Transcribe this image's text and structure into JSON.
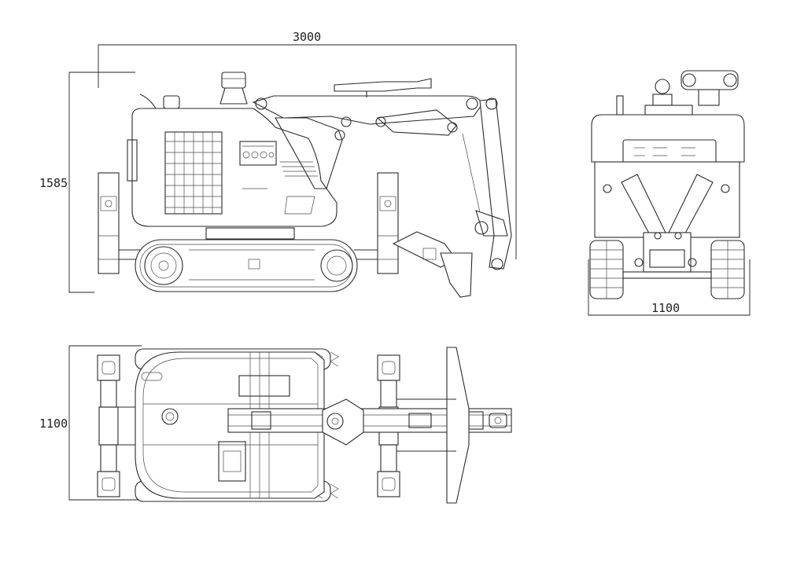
{
  "dimensions": {
    "length": "3000",
    "height": "1585",
    "front_width": "1100",
    "top_width": "1100"
  },
  "views": [
    "side-view",
    "front-view",
    "top-view"
  ]
}
